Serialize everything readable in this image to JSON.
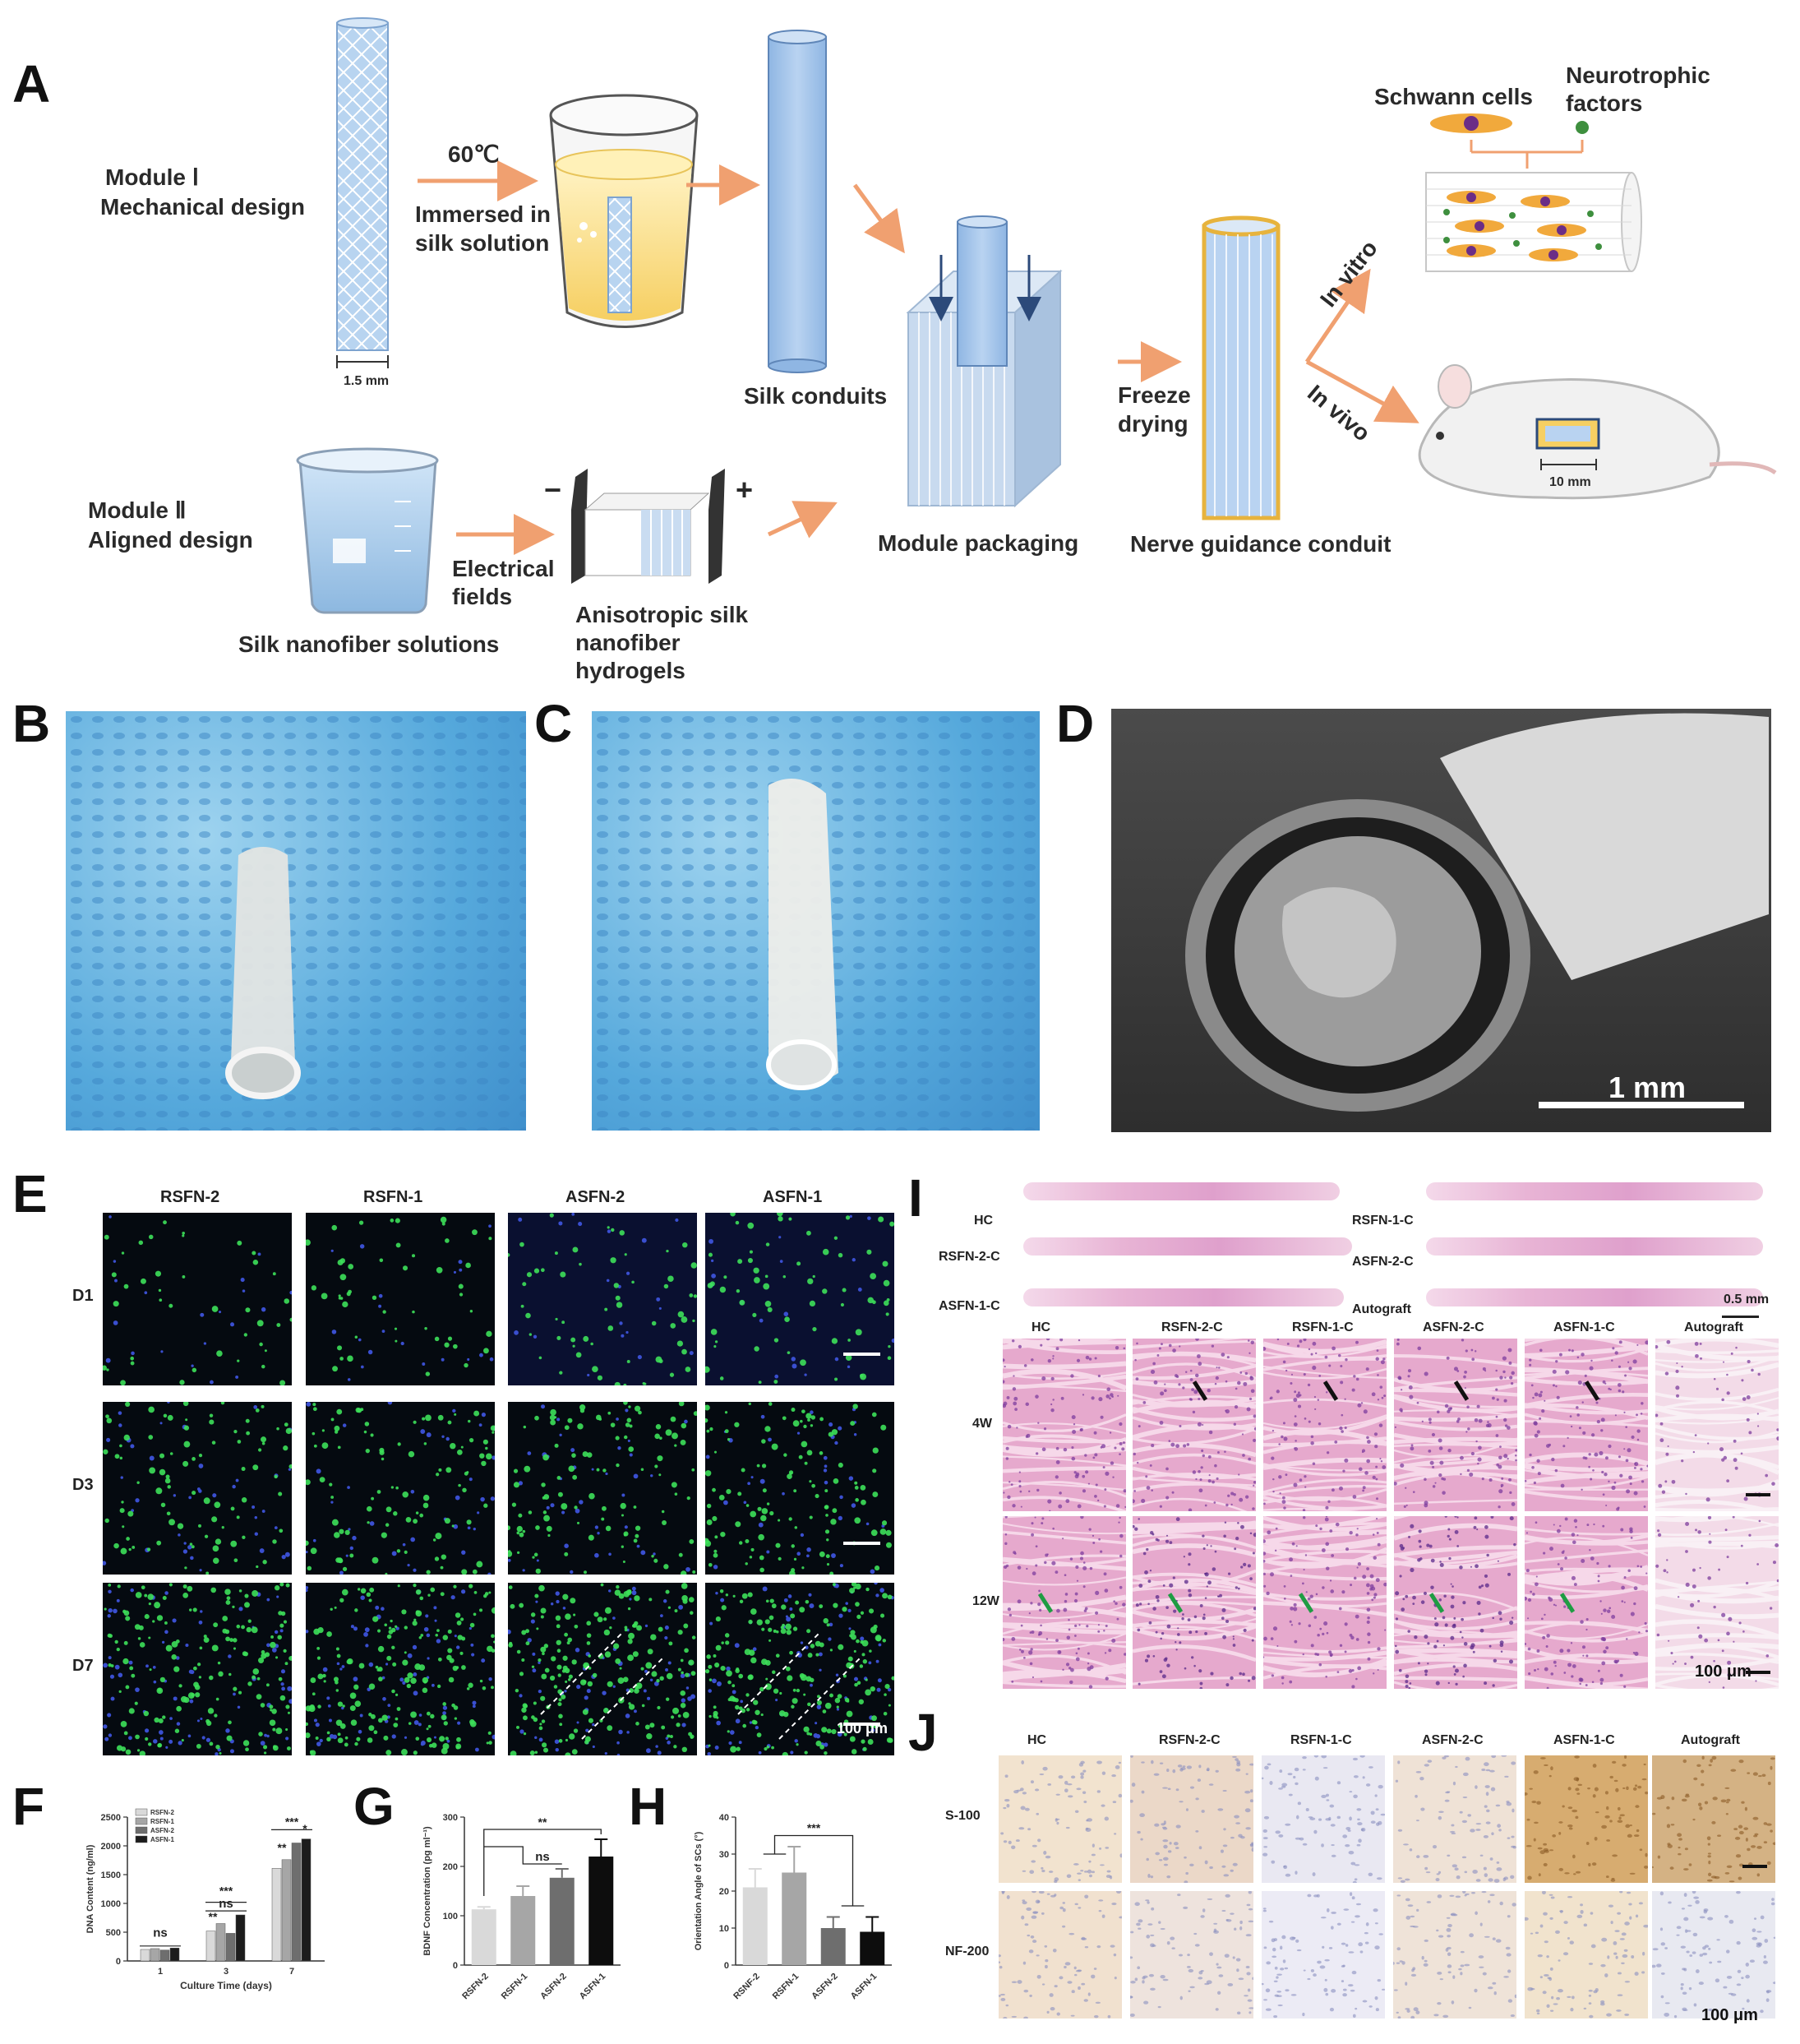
{
  "panels": {
    "A": "A",
    "B": "B",
    "C": "C",
    "D": "D",
    "E": "E",
    "F": "F",
    "G": "G",
    "H": "H",
    "I": "I",
    "J": "J"
  },
  "schematic": {
    "module1_line1": "Module Ⅰ",
    "module1_line2": "Mechanical design",
    "module2_line1": "Module Ⅱ",
    "module2_line2": "Aligned design",
    "temp": "60℃",
    "immersed_line1": "Immersed in",
    "immersed_line2": "silk solution",
    "diameter": "1.5 mm",
    "silk_conduits": "Silk conduits",
    "module_packaging": "Module packaging",
    "freeze_line1": "Freeze",
    "freeze_line2": "drying",
    "ngc": "Nerve guidance conduit",
    "in_vitro": "In vitro",
    "in_vivo": "In vivo",
    "schwann": "Schwann cells",
    "neuro_line1": "Neurotrophic",
    "neuro_line2": "factors",
    "length_10mm": "10 mm",
    "nanofiber_solutions": "Silk nanofiber solutions",
    "electrical_line1": "Electrical",
    "electrical_line2": "fields",
    "aniso_line1": "Anisotropic silk",
    "aniso_line2": "nanofiber",
    "aniso_line3": "hydrogels",
    "minus": "−",
    "plus": "+"
  },
  "panelD": {
    "scale": "1 mm"
  },
  "panelE": {
    "columns": [
      "RSFN-2",
      "RSFN-1",
      "ASFN-2",
      "ASFN-1"
    ],
    "rows": [
      "D1",
      "D3",
      "D7"
    ],
    "scale": "100 μm"
  },
  "panelI": {
    "overview_labels": {
      "hc": "HC",
      "rsfn2c": "RSFN-2-C",
      "asfn1c": "ASFN-1-C",
      "rsfn1c": "RSFN-1-C",
      "asfn2c": "ASFN-2-C",
      "autograft": "Autograft"
    },
    "overview_scale": "0.5 mm",
    "columns": [
      "HC",
      "RSFN-2-C",
      "RSFN-1-C",
      "ASFN-2-C",
      "ASFN-1-C",
      "Autograft"
    ],
    "rows": [
      "4W",
      "12W"
    ],
    "scale": "100 μm"
  },
  "panelJ": {
    "columns": [
      "HC",
      "RSFN-2-C",
      "RSFN-1-C",
      "ASFN-2-C",
      "ASFN-1-C",
      "Autograft"
    ],
    "rows": [
      "S-100",
      "NF-200"
    ],
    "scale": "100 μm"
  },
  "chart_data": [
    {
      "panel": "F",
      "type": "bar",
      "categories": [
        "1",
        "3",
        "7"
      ],
      "series": [
        {
          "name": "RSFN-2",
          "values": [
            200,
            520,
            1610
          ],
          "color": "#d9d9d9"
        },
        {
          "name": "RSFN-1",
          "values": [
            215,
            650,
            1760
          ],
          "color": "#a6a6a6"
        },
        {
          "name": "ASFN-2",
          "values": [
            190,
            480,
            2050
          ],
          "color": "#6e6e6e"
        },
        {
          "name": "ASFN-1",
          "values": [
            225,
            800,
            2120
          ],
          "color": "#1c1c1c"
        }
      ],
      "xlabel": "Culture Time (days)",
      "ylabel": "DNA Content (ng/ml)",
      "ylim": [
        0,
        2500
      ],
      "yticks": [
        0,
        500,
        1000,
        1500,
        2000,
        2500
      ],
      "annotations": [
        "ns",
        "ns",
        "***",
        "**",
        "***",
        "*",
        "**"
      ]
    },
    {
      "panel": "G",
      "type": "bar",
      "categories": [
        "RSFN-2",
        "RSFN-1",
        "ASFN-2",
        "ASFN-1"
      ],
      "values": [
        113,
        140,
        177,
        220
      ],
      "errors": [
        5,
        20,
        18,
        35
      ],
      "colors": [
        "#d9d9d9",
        "#a6a6a6",
        "#6e6e6e",
        "#0d0d0d"
      ],
      "ylabel": "BDNF Concentration (pg ml⁻¹)",
      "ylim": [
        0,
        300
      ],
      "yticks": [
        0,
        100,
        200,
        300
      ],
      "annotations": [
        "**",
        "ns"
      ]
    },
    {
      "panel": "H",
      "type": "bar",
      "categories": [
        "RSNF-2",
        "RSFN-1",
        "ASFN-2",
        "ASFN-1"
      ],
      "values": [
        21,
        25,
        10,
        9
      ],
      "errors": [
        5,
        7,
        3,
        4
      ],
      "colors": [
        "#d9d9d9",
        "#a6a6a6",
        "#6e6e6e",
        "#0d0d0d"
      ],
      "ylabel": "Orientation Angle of SCs (°)",
      "ylim": [
        0,
        40
      ],
      "yticks": [
        0,
        10,
        20,
        30,
        40
      ],
      "annotations": [
        "***"
      ]
    }
  ]
}
